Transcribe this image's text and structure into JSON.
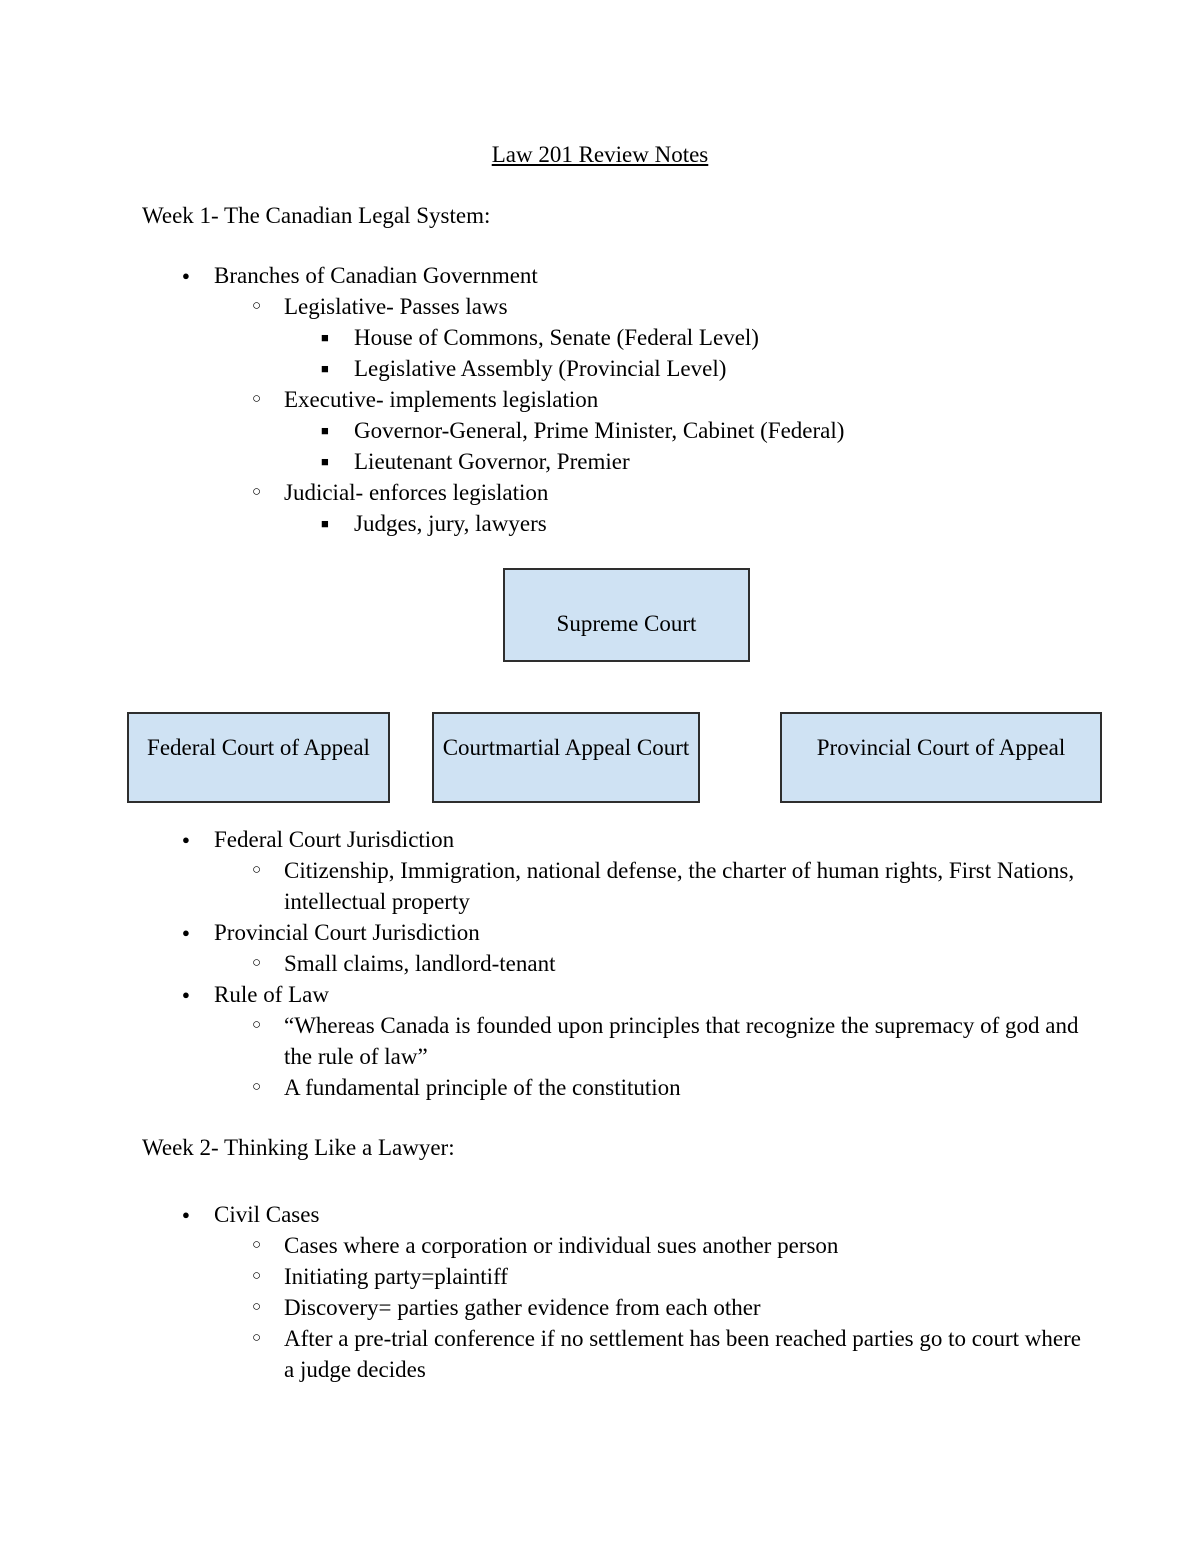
{
  "document": {
    "title": "Law 201 Review Notes",
    "week1_heading": "Week 1- The Canadian Legal System:",
    "week2_heading": "Week 2- Thinking Like a Lawyer:"
  },
  "bullets": {
    "disc": "●",
    "circle": "○",
    "square": "■"
  },
  "colors": {
    "page_background": "#ffffff",
    "text": "#000000",
    "box_fill": "#cfe2f3",
    "box_border": "#2e2e2e"
  },
  "week1_list": [
    "Branches of Canadian Government",
    "Legislative- Passes laws",
    "House of Commons, Senate (Federal Level)",
    "Legislative Assembly (Provincial Level)",
    "Executive- implements legislation",
    "Governor-General, Prime Minister, Cabinet (Federal)",
    "Lieutenant Governor, Premier",
    "Judicial- enforces legislation",
    "Judges, jury, lawyers"
  ],
  "court_diagram": {
    "supreme": "Supreme Court",
    "appeal_courts": [
      "Federal Court of Appeal",
      "Courtmartial Appeal Court",
      "Provincial Court of Appeal"
    ]
  },
  "jurisdiction_list": [
    "Federal Court Jurisdiction",
    "Citizenship, Immigration, national defense, the charter of human rights, First Nations, intellectual property",
    "Provincial Court Jurisdiction",
    "Small claims, landlord-tenant",
    "Rule of Law",
    "“Whereas Canada is founded upon principles that recognize the supremacy of god and the rule of law”",
    "A fundamental principle of the constitution"
  ],
  "week2_list": [
    "Civil Cases",
    "Cases where a corporation or individual sues another person",
    "Initiating party=plaintiff",
    "Discovery= parties gather evidence from each other",
    "After a pre-trial conference if no settlement has been reached parties go to court where a judge decides"
  ]
}
